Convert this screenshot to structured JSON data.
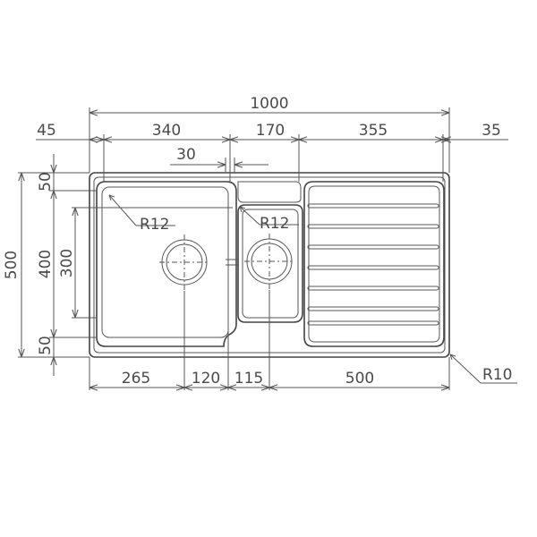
{
  "drawing": {
    "line_color": "#555555",
    "text_color": "#4a4a4a",
    "background": "#ffffff"
  },
  "dimensions": {
    "overall_width": "1000",
    "left_margin": "45",
    "big_bowl_width": "340",
    "small_bowl_width": "170",
    "drainer_width": "355",
    "right_margin": "35",
    "gap": "30",
    "overall_height": "500",
    "top_rim": "50",
    "bowl_depth": "400",
    "small_bowl_depth": "300",
    "bottom_rim": "50",
    "waste1_offset": "265",
    "bowl_spacing": "120",
    "waste2_offset": "115",
    "drainer_length": "500"
  },
  "radii": {
    "big_bowl": "R12",
    "small_bowl": "R12",
    "outer_corner": "R10"
  }
}
